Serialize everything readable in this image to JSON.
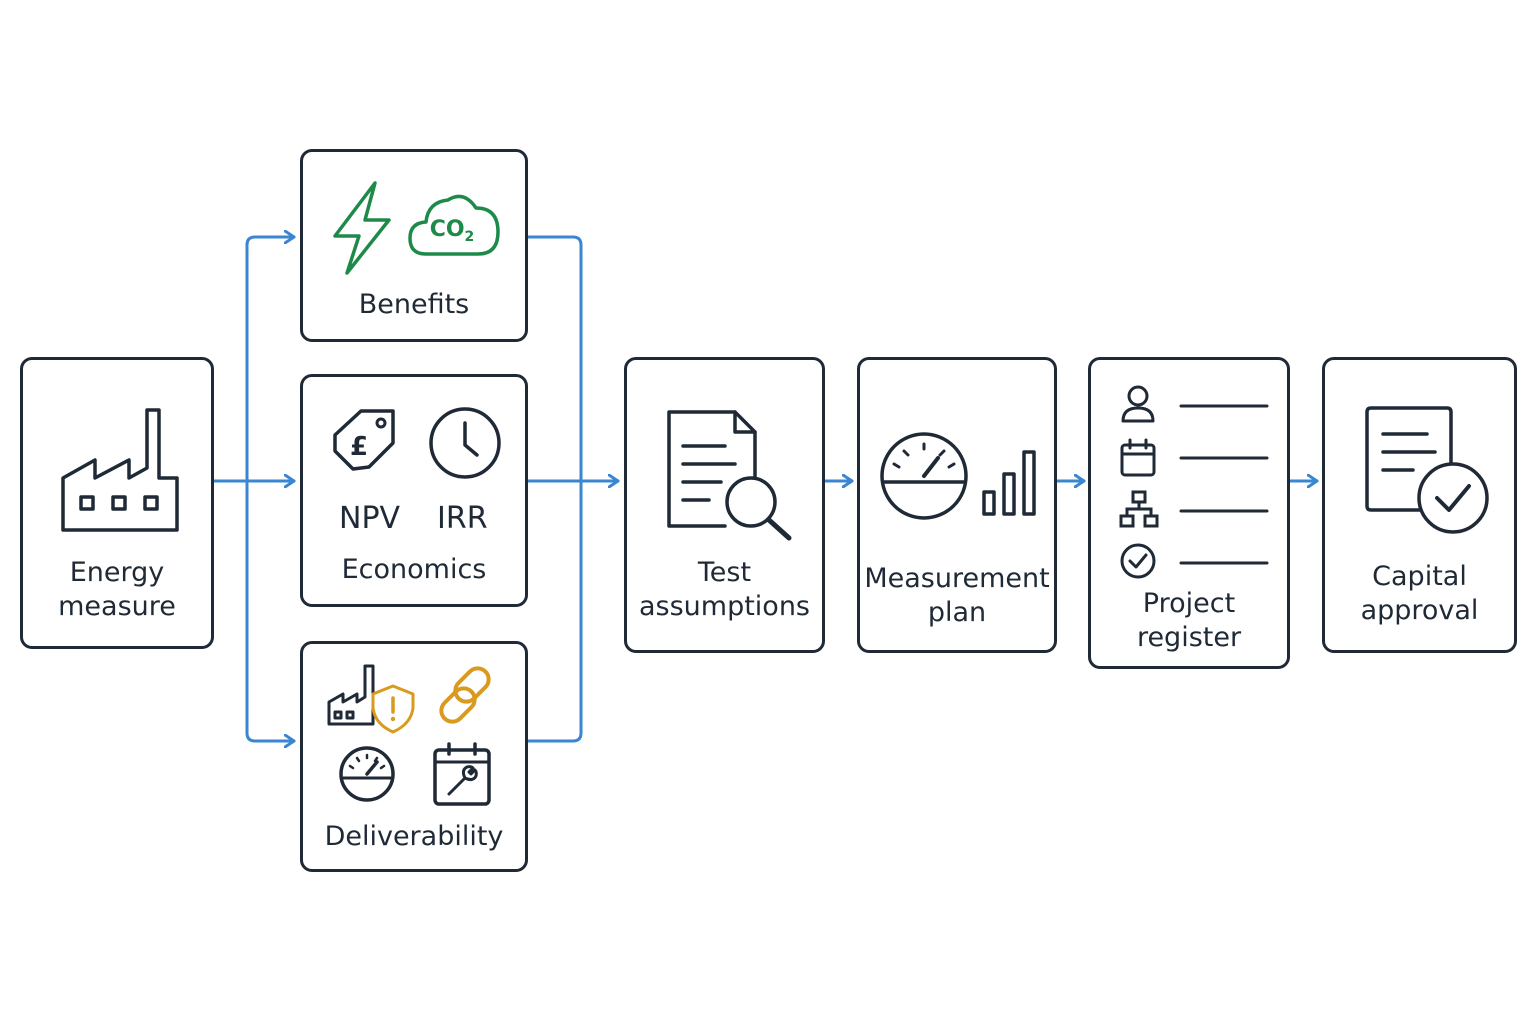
{
  "colors": {
    "connector": "#3b86d0",
    "outline": "#1f2a36",
    "benefit_green": "#1e8a4a",
    "risk_amber": "#d99a1e"
  },
  "nodes": {
    "energy_measure": {
      "line1": "Energy",
      "line2": "measure",
      "icon": "factory-icon"
    },
    "benefits": {
      "label": "Benefits",
      "icons": [
        "lightning-bolt-icon",
        "co2-cloud-icon"
      ],
      "co2_text": "CO",
      "co2_sub": "2"
    },
    "economics": {
      "label": "Economics",
      "metric_1": "NPV",
      "metric_2": "IRR",
      "icons": [
        "pound-price-tag-icon",
        "clock-icon"
      ],
      "currency_symbol": "£"
    },
    "deliverability": {
      "label": "Deliverability",
      "icons": [
        "factory-shield-warning-icon",
        "chain-link-icon",
        "gauge-icon",
        "calendar-wrench-icon"
      ]
    },
    "test_assumptions": {
      "line1": "Test",
      "line2": "assumptions",
      "icon": "document-magnifier-icon"
    },
    "measurement_plan": {
      "line1": "Measurement",
      "line2": "plan",
      "icons": [
        "gauge-icon",
        "bar-chart-icon"
      ]
    },
    "project_register": {
      "line1": "Project",
      "line2": "register",
      "icons": [
        "person-icon",
        "calendar-icon",
        "hierarchy-icon",
        "check-circle-icon"
      ]
    },
    "capital_approval": {
      "line1": "Capital",
      "line2": "approval",
      "icon": "document-check-icon"
    }
  }
}
